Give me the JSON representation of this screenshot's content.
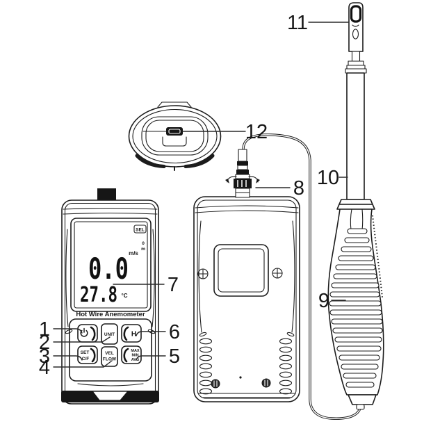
{
  "diagram": {
    "device_label": "Hot Wire Anemometer",
    "lcd": {
      "badge": "SEL",
      "mini_top": "0",
      "mini_bottom": "m",
      "speed": "0.0",
      "speed_unit": "m/s",
      "temp": "27.8",
      "temp_unit": "°C"
    },
    "buttons": {
      "unit": "UNIT",
      "hold": "H",
      "set": "SET",
      "cf": "C/F",
      "vel": "VEL",
      "flow": "FLOW",
      "max": "MAX",
      "min": "MIN",
      "avg": "AVG"
    },
    "callouts": {
      "c1": "1",
      "c2": "2",
      "c3": "3",
      "c4": "4",
      "c5": "5",
      "c6": "6",
      "c7": "7",
      "c8": "8",
      "c9": "9",
      "c10": "10",
      "c11": "11",
      "c12": "12"
    },
    "icons": {
      "power": "power-icon",
      "screw": "screw-cross-icon",
      "rotate_left": "rotate-arrow-left-icon",
      "rotate_right": "rotate-arrow-right-icon",
      "usb": "usb-port-icon"
    },
    "colors": {
      "line": "#1c1c1c",
      "fill_black": "#161616",
      "background": "#ffffff"
    }
  }
}
